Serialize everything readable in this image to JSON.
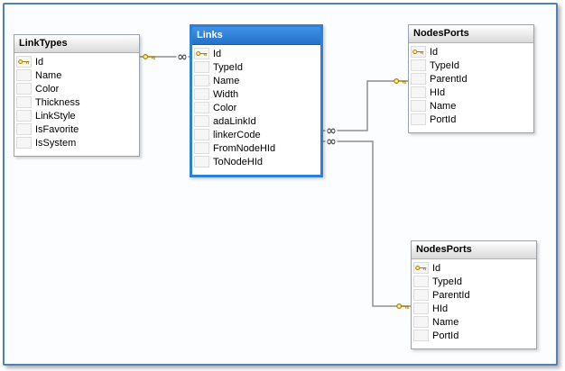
{
  "window": {
    "background": "#fcfdff",
    "frame_border_color": "#4f81bd"
  },
  "colors": {
    "selected_header_blue": "#2e7fd6",
    "header_gradient_gray": "#d9d9d9",
    "connector_gray": "#8f8f8f",
    "key_gold": "#ffd75e"
  },
  "icons": {
    "primary_key": "key-icon",
    "infinity": "∞"
  },
  "tables": [
    {
      "title": "LinkTypes",
      "selected": false,
      "columns": [
        {
          "name": "Id",
          "pk": true
        },
        {
          "name": "Name",
          "pk": false
        },
        {
          "name": "Color",
          "pk": false
        },
        {
          "name": "Thickness",
          "pk": false
        },
        {
          "name": "LinkStyle",
          "pk": false
        },
        {
          "name": "IsFavorite",
          "pk": false
        },
        {
          "name": "IsSystem",
          "pk": false
        }
      ]
    },
    {
      "title": "Links",
      "selected": true,
      "columns": [
        {
          "name": "Id",
          "pk": true
        },
        {
          "name": "TypeId",
          "pk": false
        },
        {
          "name": "Name",
          "pk": false
        },
        {
          "name": "Width",
          "pk": false
        },
        {
          "name": "Color",
          "pk": false
        },
        {
          "name": "adaLinkId",
          "pk": false
        },
        {
          "name": "linkerCode",
          "pk": false
        },
        {
          "name": "FromNodeHId",
          "pk": false
        },
        {
          "name": "ToNodeHId",
          "pk": false
        }
      ]
    },
    {
      "title": "NodesPorts",
      "selected": false,
      "columns": [
        {
          "name": "Id",
          "pk": true
        },
        {
          "name": "TypeId",
          "pk": false
        },
        {
          "name": "ParentId",
          "pk": false
        },
        {
          "name": "HId",
          "pk": false
        },
        {
          "name": "Name",
          "pk": false
        },
        {
          "name": "PortId",
          "pk": false
        }
      ]
    },
    {
      "title": "NodesPorts",
      "selected": false,
      "columns": [
        {
          "name": "Id",
          "pk": true
        },
        {
          "name": "TypeId",
          "pk": false
        },
        {
          "name": "ParentId",
          "pk": false
        },
        {
          "name": "HId",
          "pk": false
        },
        {
          "name": "Name",
          "pk": false
        },
        {
          "name": "PortId",
          "pk": false
        }
      ]
    }
  ],
  "relationships": [
    {
      "one_end": "LinkTypes",
      "many_end": "Links"
    },
    {
      "one_end": "NodesPorts",
      "many_end": "Links"
    },
    {
      "one_end": "NodesPorts",
      "many_end": "Links"
    }
  ]
}
